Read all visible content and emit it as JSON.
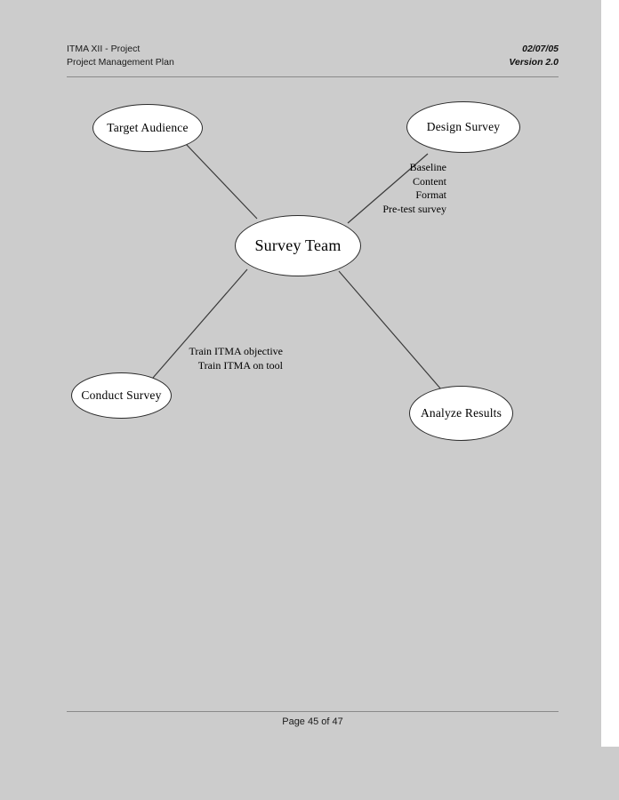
{
  "header": {
    "left_line1": "ITMA XII - Project",
    "left_line2": "Project Management Plan",
    "right_line1": "02/07/05",
    "right_line2": "Version 2.0"
  },
  "footer": {
    "page_text": "Page 45 of 47"
  },
  "diagram": {
    "nodes": [
      {
        "id": "target-audience",
        "label": "Target Audience"
      },
      {
        "id": "design-survey",
        "label": "Design Survey"
      },
      {
        "id": "survey-team",
        "label": "Survey Team"
      },
      {
        "id": "conduct-survey",
        "label": "Conduct Survey"
      },
      {
        "id": "analyze-results",
        "label": "Analyze Results"
      }
    ],
    "edge_labels": {
      "design_survey": {
        "line1": "Baseline",
        "line2": "Content",
        "line3": "Format",
        "line4": "Pre-test survey"
      },
      "conduct_survey": {
        "line1": "Train ITMA objective",
        "line2": "Train ITMA on tool"
      }
    },
    "colors": {
      "node_fill": "#ffffff",
      "node_stroke": "#2b2b2b",
      "edge_stroke": "#3a3a3a",
      "page_background": "#cccccc"
    }
  }
}
